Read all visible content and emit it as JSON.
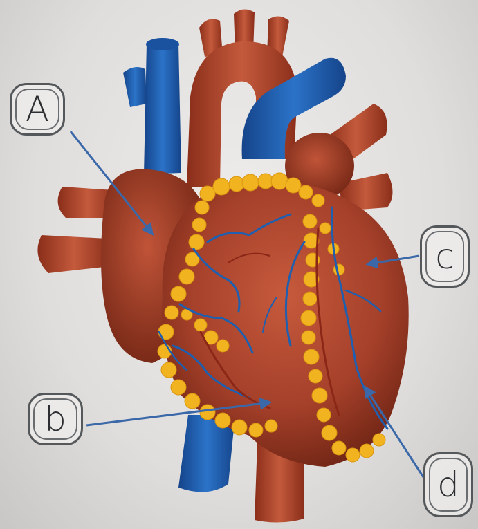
{
  "labels": {
    "a": "A",
    "b": "b",
    "c": "c",
    "d": "d"
  },
  "colors": {
    "muscle": "#a8422a",
    "muscle_dark": "#7c2a18",
    "vein": "#1f5fb0",
    "fat": "#f2b320",
    "arrow": "#3b68a8"
  }
}
